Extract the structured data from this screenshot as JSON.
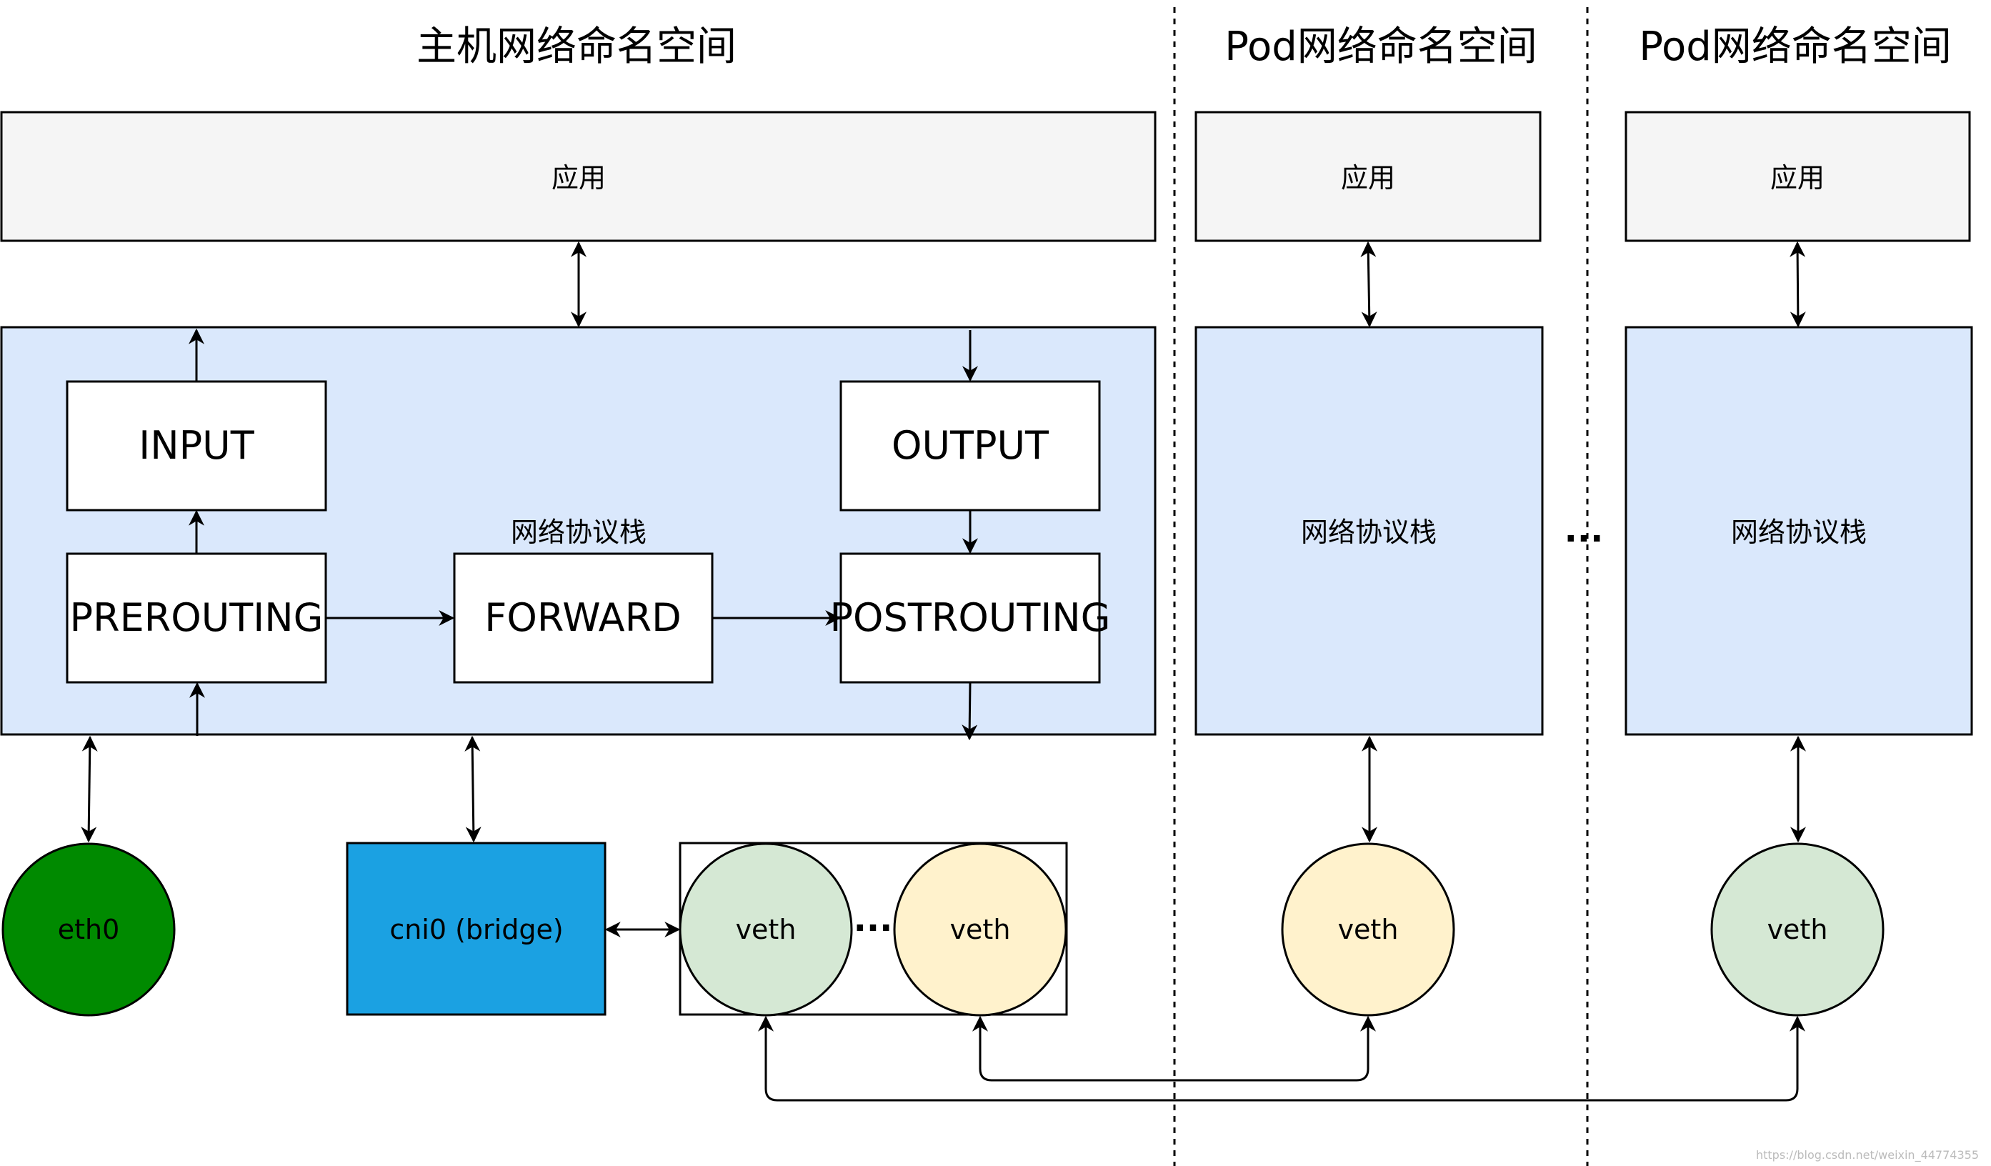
{
  "namespaces": {
    "host_title": "主机网络命名空间",
    "pod1_title": "Pod网络命名空间",
    "pod2_title": "Pod网络命名空间"
  },
  "app_label": "应用",
  "stack_label": "网络协议栈",
  "chains": {
    "input": "INPUT",
    "output": "OUTPUT",
    "prerouting": "PREROUTING",
    "forward": "FORWARD",
    "postrouting": "POSTROUTING"
  },
  "interfaces": {
    "eth0": "eth0",
    "bridge": "cni0 (bridge)",
    "veth": "veth"
  },
  "ellipsis": "...",
  "colors": {
    "app_fill": "#f5f5f5",
    "stack_fill": "#dae8fc",
    "eth0_fill": "#008a00",
    "bridge_fill": "#1ba1e2",
    "veth_green": "#d5e8d4",
    "veth_yellow": "#fff2cc"
  },
  "watermark": "https://blog.csdn.net/weixin_44774355"
}
